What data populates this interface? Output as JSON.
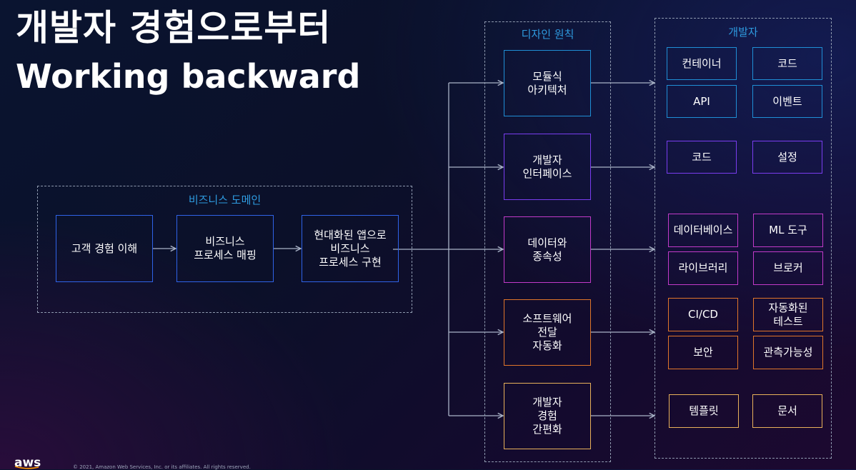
{
  "title": {
    "ko": "개발자 경험으로부터",
    "en": "Working backward"
  },
  "business_domain": {
    "label": "비즈니스 도메인",
    "steps": [
      "고객 경험 이해",
      "비즈니스\n프로세스 매핑",
      "현대화된 앱으로\n비즈니스\n프로세스 구현"
    ]
  },
  "design_principles": {
    "label": "디자인 원칙",
    "items": [
      "모듈식\n아키텍처",
      "개발자\n인터페이스",
      "데이터와\n종속성",
      "소프트웨어\n전달\n자동화",
      "개발자\n경험\n간편화"
    ]
  },
  "developer": {
    "label": "개발자",
    "items": [
      "컨테이너",
      "코드",
      "API",
      "이벤트",
      "코드",
      "설정",
      "데이터베이스",
      "ML 도구",
      "라이브러리",
      "브로커",
      "CI/CD",
      "자동화된\n테스트",
      "보안",
      "관측가능성",
      "템플릿",
      "문서"
    ]
  },
  "footer": {
    "logo": "aws",
    "copyright": "© 2021, Amazon Web Services, Inc. or its affiliates. All rights reserved."
  },
  "colors": {
    "blue": "#2f63e8",
    "cyan": "#1f8fd6",
    "violet": "#7a3df0",
    "magenta": "#c23ac9",
    "orange": "#e0762a",
    "gold": "#e8b15a",
    "label": "#2e9be0",
    "connector": "#aab4c8"
  }
}
